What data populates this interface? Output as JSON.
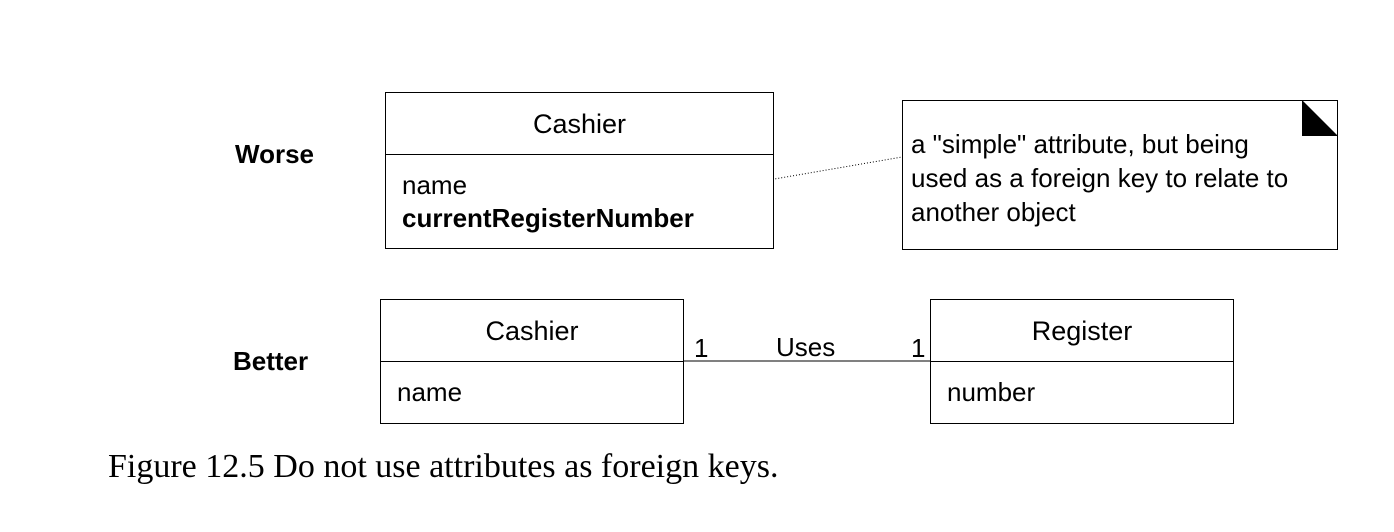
{
  "worse": {
    "label": "Worse",
    "class": {
      "name": "Cashier",
      "attributes": [
        "name",
        "currentRegisterNumber"
      ]
    },
    "note": {
      "lines": [
        "a \"simple\" attribute, but being",
        "used as a foreign key to relate to",
        "another object"
      ]
    }
  },
  "better": {
    "label": "Better",
    "cashier": {
      "name": "Cashier",
      "attributes": [
        "name"
      ]
    },
    "register": {
      "name": "Register",
      "attributes": [
        "number"
      ]
    },
    "association": {
      "name": "Uses",
      "left_multiplicity": "1",
      "right_multiplicity": "1"
    }
  },
  "caption": "Figure 12.5 Do not use attributes as foreign keys."
}
